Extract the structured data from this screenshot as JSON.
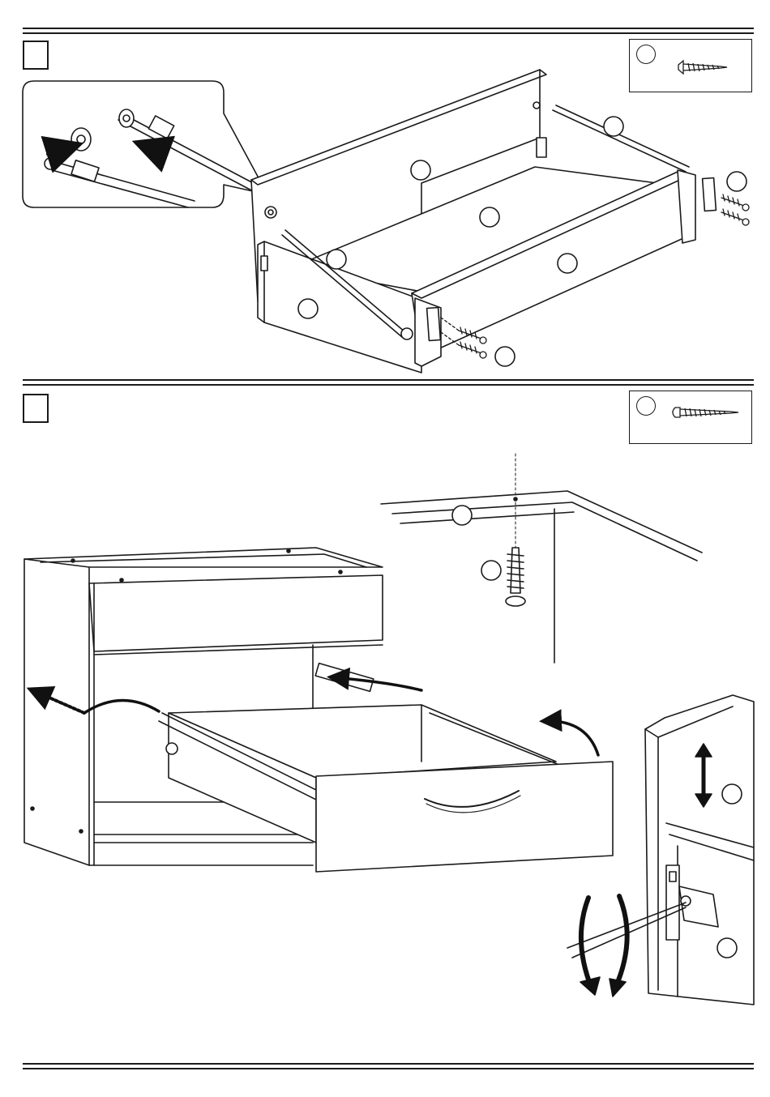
{
  "document": {
    "type": "assembly-instructions",
    "steps": [
      {
        "id": "step-a",
        "number": "",
        "hardware": [
          {
            "icon": "countersunk-screw-icon",
            "part_ref": ""
          }
        ],
        "callouts": [
          "",
          "",
          "",
          "",
          "",
          "",
          "",
          ""
        ]
      },
      {
        "id": "step-b",
        "number": "",
        "hardware": [
          {
            "icon": "pan-head-screw-icon",
            "part_ref": ""
          }
        ],
        "callouts": [
          "",
          "",
          "",
          ""
        ]
      }
    ]
  },
  "colors": {
    "line": "#1a1a1a",
    "paper": "#ffffff",
    "arrow": "#111111"
  }
}
